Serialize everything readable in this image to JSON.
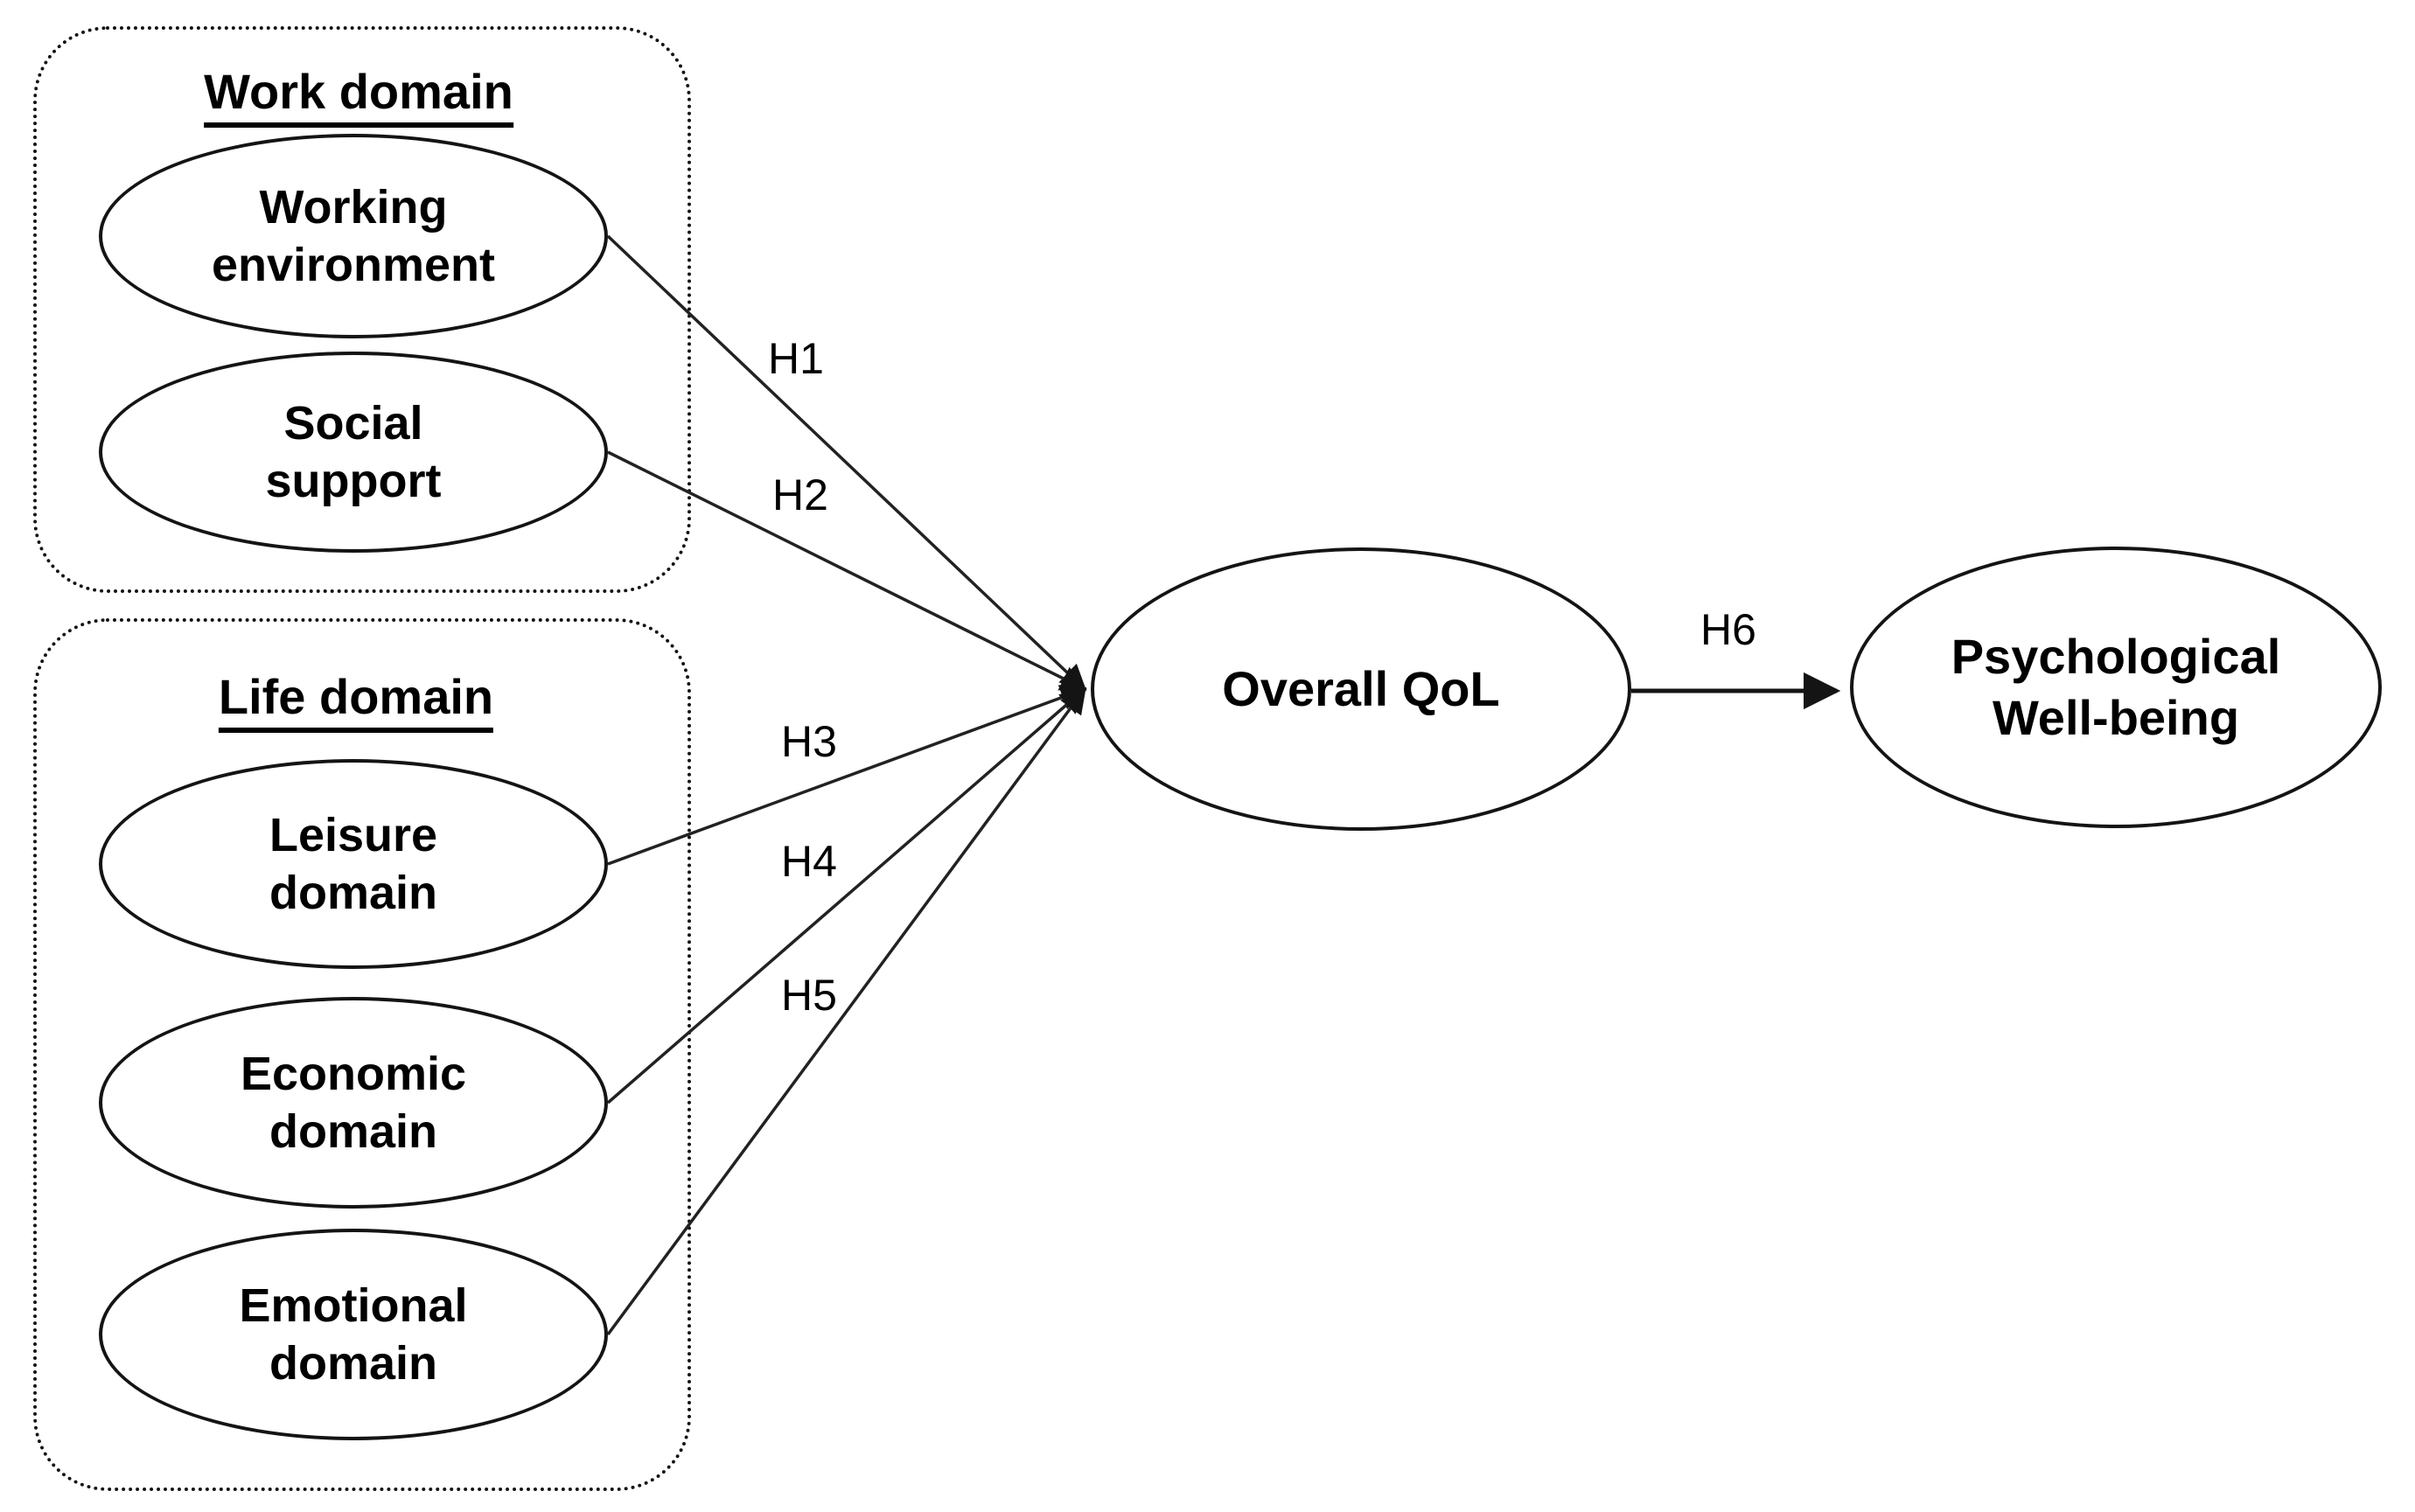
{
  "diagram": {
    "type": "hypothesis-path-model",
    "background_color": "#ffffff",
    "stroke_color": "#141414",
    "text_color": "#000000",
    "groups": {
      "work": {
        "title": "Work domain"
      },
      "life": {
        "title": "Life domain"
      }
    },
    "nodes": {
      "working_environment": {
        "line1": "Working",
        "line2": "environment"
      },
      "social_support": {
        "line1": "Social",
        "line2": "support"
      },
      "leisure_domain": {
        "line1": "Leisure",
        "line2": "domain"
      },
      "economic_domain": {
        "line1": "Economic",
        "line2": "domain"
      },
      "emotional_domain": {
        "line1": "Emotional",
        "line2": "domain"
      },
      "overall_qol": {
        "label": "Overall QoL"
      },
      "psychological_wellbeing": {
        "line1": "Psychological",
        "line2": "Well-being"
      }
    },
    "edges": [
      {
        "label": "H1",
        "from": "Working environment",
        "to": "Overall QoL"
      },
      {
        "label": "H2",
        "from": "Social support",
        "to": "Overall QoL"
      },
      {
        "label": "H3",
        "from": "Leisure domain",
        "to": "Overall QoL"
      },
      {
        "label": "H4",
        "from": "Economic domain",
        "to": "Overall QoL"
      },
      {
        "label": "H5",
        "from": "Emotional domain",
        "to": "Overall QoL"
      },
      {
        "label": "H6",
        "from": "Overall QoL",
        "to": "Psychological Well-being"
      }
    ]
  }
}
